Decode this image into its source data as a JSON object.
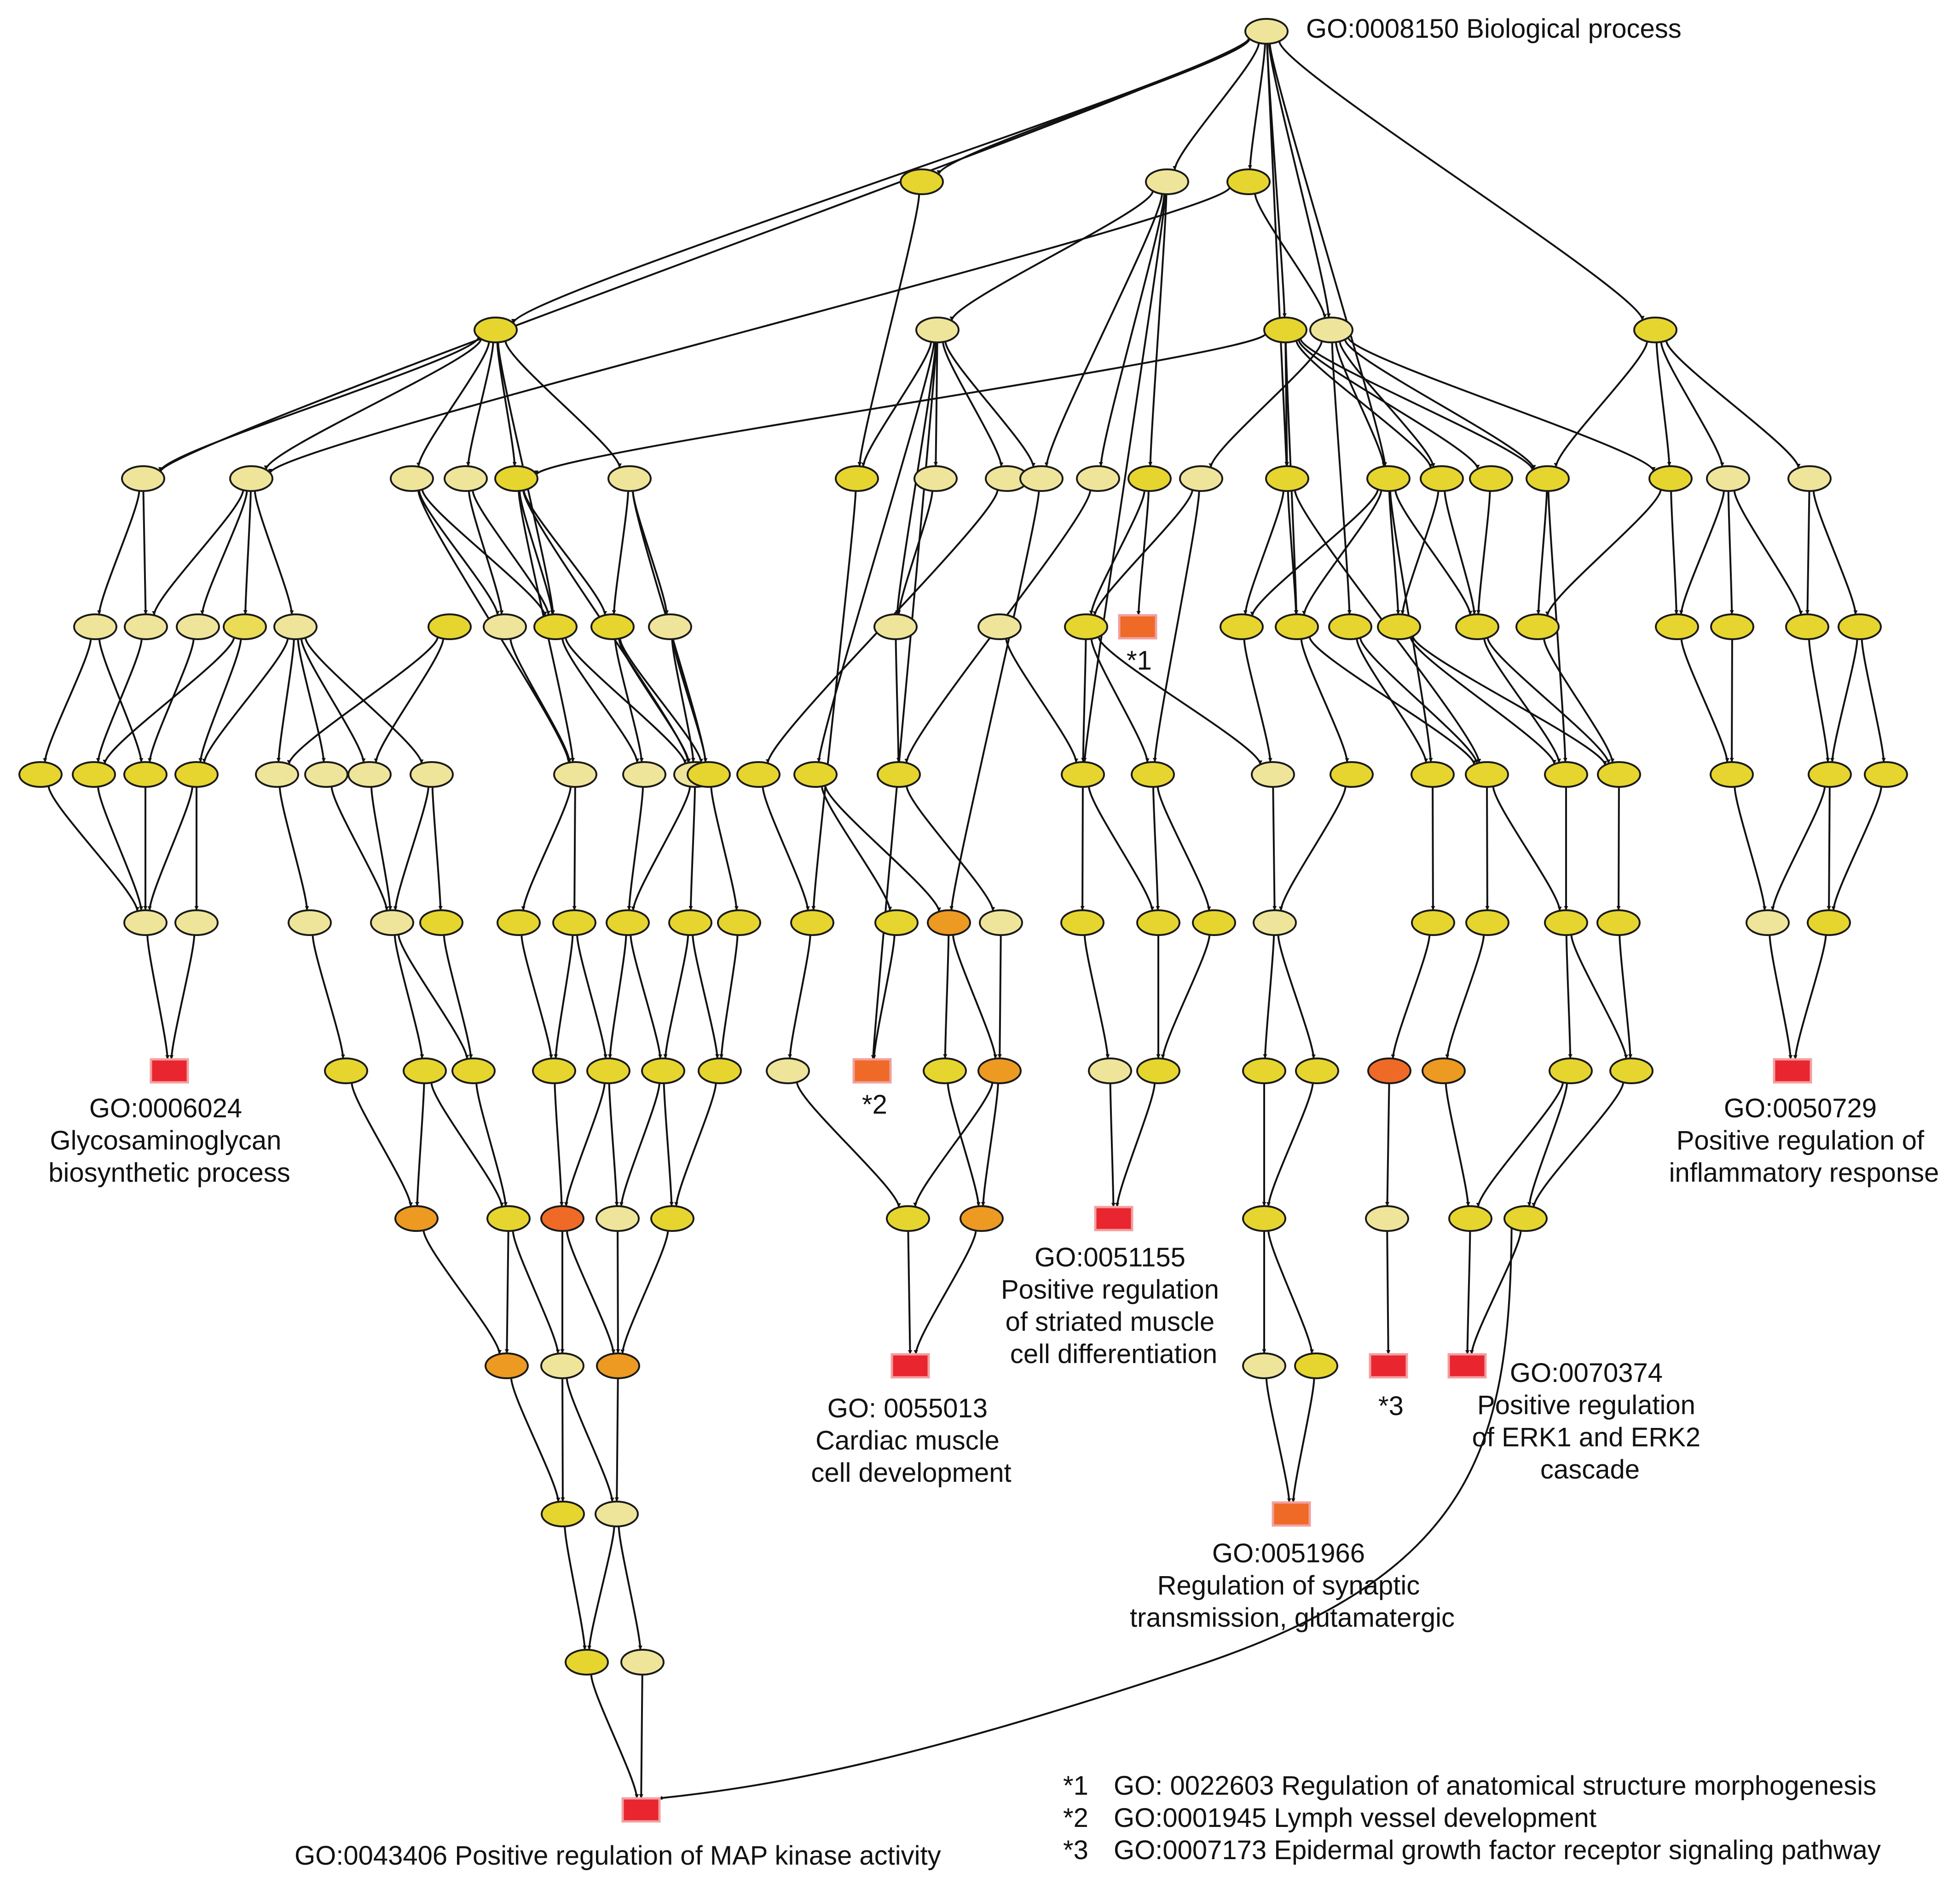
{
  "diagram": {
    "title": "GO:0008150 Biological process",
    "colors": {
      "edge": "#111111",
      "node_outline": "#1a1a1a",
      "box_outline": "#f2a0a0",
      "levels": {
        "pale": "#efe59a",
        "light": "#eadc55",
        "yellow": "#e6d52e",
        "amber": "#eab32b",
        "orange": "#ec9a22",
        "deeporange": "#ee6a26",
        "red": "#e9252f"
      }
    },
    "highlighted_terms": [
      {
        "id": "gag",
        "lines": [
          "GO:0006024",
          "Glycosaminoglycan",
          "biosynthetic process"
        ]
      },
      {
        "id": "cardiac",
        "lines": [
          "GO: 0055013",
          "Cardiac muscle",
          "cell development"
        ]
      },
      {
        "id": "striated",
        "lines": [
          "GO:0051155",
          "Positive regulation",
          "of striated muscle",
          "cell differentiation"
        ]
      },
      {
        "id": "inflam",
        "lines": [
          "GO:0050729",
          "Positive regulation of",
          "inflammatory response"
        ]
      },
      {
        "id": "erk",
        "lines": [
          "GO:0070374",
          "Positive regulation",
          "of ERK1 and ERK2",
          "cascade"
        ]
      },
      {
        "id": "synaptic",
        "lines": [
          "GO:0051966",
          "Regulation of synaptic",
          "transmission, glutamatergic"
        ]
      },
      {
        "id": "mapk",
        "lines": [
          "GO:0043406 Positive regulation of MAP kinase activity"
        ]
      }
    ],
    "markers": [
      "*1",
      "*2",
      "*3"
    ],
    "footnotes": [
      {
        "mark": "*1",
        "text": "GO: 0022603 Regulation of anatomical structure morphogenesis"
      },
      {
        "mark": "*2",
        "text": "GO:0001945 Lymph vessel development"
      },
      {
        "mark": "*3",
        "text": "GO:0007173 Epidermal growth factor receptor signaling pathway"
      }
    ]
  }
}
